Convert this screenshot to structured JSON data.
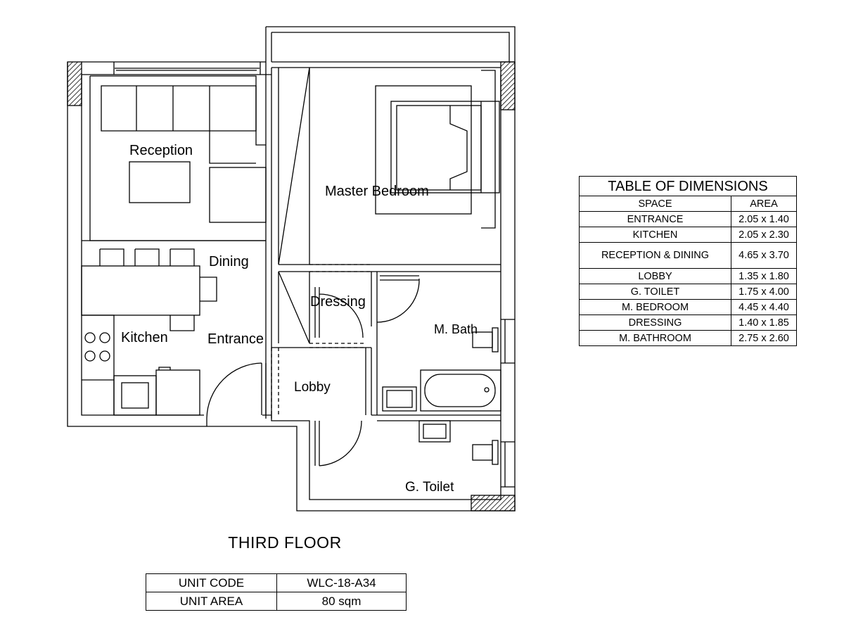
{
  "rooms": {
    "reception": "Reception",
    "master_bedroom": "Master Bedroom",
    "dining": "Dining",
    "dressing": "Dressing",
    "kitchen": "Kitchen",
    "entrance": "Entrance",
    "m_bath": "M. Bath",
    "lobby": "Lobby",
    "g_toilet": "G. Toilet"
  },
  "floor_title": "THIRD FLOOR",
  "dimensions_table": {
    "title": "TABLE OF DIMENSIONS",
    "headers": [
      "SPACE",
      "AREA"
    ],
    "rows": [
      {
        "space": "ENTRANCE",
        "area": "2.05 x 1.40"
      },
      {
        "space": "KITCHEN",
        "area": "2.05 x 2.30"
      },
      {
        "space": "RECEPTION & DINING",
        "area": "4.65 x 3.70"
      },
      {
        "space": "LOBBY",
        "area": "1.35 x 1.80"
      },
      {
        "space": "G. TOILET",
        "area": "1.75 x 4.00"
      },
      {
        "space": "M. BEDROOM",
        "area": "4.45 x 4.40"
      },
      {
        "space": "DRESSING",
        "area": "1.40 x 1.85"
      },
      {
        "space": "M. BATHROOM",
        "area": "2.75 x 2.60"
      }
    ]
  },
  "unit_info": {
    "code_label": "UNIT CODE",
    "code_value": "WLC-18-A34",
    "area_label": "UNIT AREA",
    "area_value": "80 sqm"
  }
}
